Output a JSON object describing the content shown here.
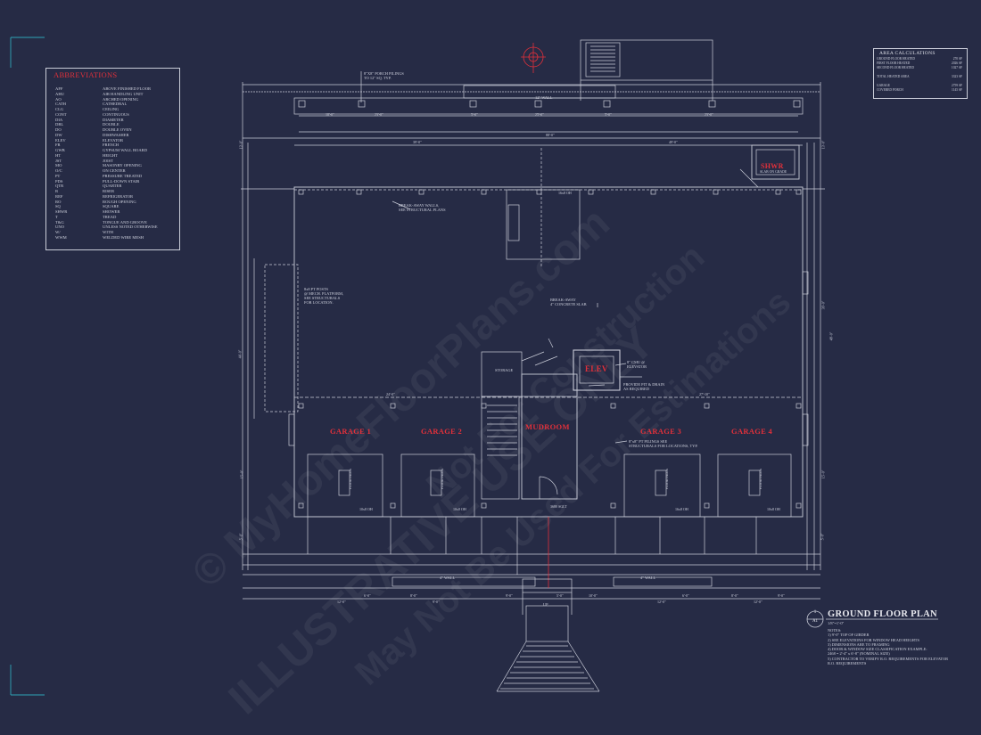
{
  "abbreviations": {
    "title": "ABBREVIATIONS",
    "rows": [
      {
        "k": "AFF",
        "v": "ABOVE FINISHED FLOOR"
      },
      {
        "k": "AHU",
        "v": "AIR HANDLING UNIT"
      },
      {
        "k": "AO",
        "v": "ARCHED OPENING"
      },
      {
        "k": "CATH",
        "v": "CATHEDRAL"
      },
      {
        "k": "CLG",
        "v": "CEILING"
      },
      {
        "k": "CONT",
        "v": "CONTINUOUS"
      },
      {
        "k": "DIA",
        "v": "DIAMETER"
      },
      {
        "k": "DBL",
        "v": "DOUBLE"
      },
      {
        "k": "DO",
        "v": "DOUBLE OVEN"
      },
      {
        "k": "DW",
        "v": "DISHWASHER"
      },
      {
        "k": "ELEV",
        "v": "ELEVATOR"
      },
      {
        "k": "FR",
        "v": "FRENCH"
      },
      {
        "k": "GWB",
        "v": "GYPSUM WALL BOARD"
      },
      {
        "k": "HT",
        "v": "HEIGHT"
      },
      {
        "k": "JST",
        "v": "JOIST"
      },
      {
        "k": "MO",
        "v": "MASONRY OPENING"
      },
      {
        "k": "O/C",
        "v": "ON CENTER"
      },
      {
        "k": "PT",
        "v": "PRESSURE TREATED"
      },
      {
        "k": "PDS",
        "v": "PULL-DOWN STAIR"
      },
      {
        "k": "QTR",
        "v": "QUARTER"
      },
      {
        "k": "R",
        "v": "RISER"
      },
      {
        "k": "REF",
        "v": "REFRIGERATOR"
      },
      {
        "k": "RO",
        "v": "ROUGH OPENING"
      },
      {
        "k": "SQ",
        "v": "SQUARE"
      },
      {
        "k": "SHWR",
        "v": "SHOWER"
      },
      {
        "k": "T",
        "v": "TREAD"
      },
      {
        "k": "T&G",
        "v": "TONGUE AND GROOVE"
      },
      {
        "k": "UNO",
        "v": "UNLESS NOTED OTHERWISE"
      },
      {
        "k": "W/",
        "v": "WITH"
      },
      {
        "k": "WWM",
        "v": "WELDED WIRE MESH"
      }
    ]
  },
  "area_calculations": {
    "title": "AREA CALCULATIONS",
    "rows": [
      {
        "label": "GROUND FLOOR HEATED",
        "value": "270 SF"
      },
      {
        "label": "FIRST FLOOR HEATED",
        "value": "2026 SF"
      },
      {
        "label": "SECOND FLOOR HEATED",
        "value": "1027 SF"
      },
      {
        "label": "TOTAL HEATED AREA",
        "value": "3323 SF",
        "gap": true
      },
      {
        "label": "GARAGE",
        "value": "2759 SF",
        "gap": true
      },
      {
        "label": "COVERED PORCH",
        "value": "1145 SF"
      }
    ]
  },
  "rooms": {
    "garage1": "GARAGE 1",
    "garage2": "GARAGE 2",
    "mudroom": "MUDROOM",
    "garage3": "GARAGE 3",
    "garage4": "GARAGE 4",
    "elev": "ELEV",
    "shwr": "SHWR"
  },
  "notes": {
    "porch_pilings": [
      "8\"X8\" PORCH PILINGS",
      "TO 12\" SQ. TYP."
    ],
    "wall_12": "12\" WALL",
    "breakaway_walls": [
      "BREAK-AWAY WALLS,",
      "SEE STRUCTURAL PLANS"
    ],
    "footing": [
      "8x8 PT POSTS",
      "@ MECH. PLATFORM,",
      "SEE STRUCTURALS",
      "FOR LOCATION."
    ],
    "breakaway_slab": [
      "BREAK-AWAY",
      "4\" CONCRETE SLAB"
    ],
    "storage": "STORAGE",
    "cmu": [
      "8\" CMU @",
      "ELEVATOR"
    ],
    "pit": [
      "PROVIDE PIT & DRAIN",
      "AS REQUIRED"
    ],
    "pt_pilings": [
      "8\"x8\" PT PILINGS SEE",
      "STRUCTURALS FOR LOCATIONS, TYP."
    ],
    "slab_on_grade": "SLAB ON GRADE",
    "wall_4a": "4\" WALL",
    "wall_4b": "4\" WALL",
    "door_16x8a": "16x8 OH",
    "door_10x8a": "10x8 OH",
    "door_10x8b": "10x8 OH",
    "door_16x8b": "16x8 OH",
    "door_10x8c": "10x8 OH",
    "door_mud": "3680 SGLT",
    "floor_drain1": "FLOOR DRAIN",
    "floor_drain2": "FLOOR DRAIN",
    "floor_drain3": "FLOOR DRAIN",
    "floor_drain4": "FLOOR DRAIN",
    "up": "UP"
  },
  "dims": {
    "top_18a": "18'-0\"",
    "top_23a": "23'-0\"",
    "top_5a": "5'-0\"",
    "top_25": "25'-0\"",
    "top_5b": "5'-0\"",
    "top_23b": "23'-0\"",
    "overall": "88'-0\"",
    "inner_39": "39'-0\"",
    "inner_49": "49'-0\"",
    "left_13": "13'-0\"",
    "left_44": "44'-0\"",
    "left_15": "15'-0\"",
    "left_5": "5'-0\"",
    "right_13": "13'-0\"",
    "right_48": "48'-0\"",
    "right_30": "30'-0\"",
    "right_15": "15'-0\"",
    "right_5": "5'-0\"",
    "g_24": "24'-0\"",
    "g_27": "27'-10\"",
    "bot_12a": "12'-0\"",
    "bot_6a": "6'-0\"",
    "bot_8a": "8'-0\"",
    "bot_9a": "9'-0\"",
    "bot_9b": "9'-0\"",
    "bot_5": "5'-0\"",
    "bot_10": "10'-0\"",
    "bot_12b": "12'-0\"",
    "bot_6b": "6'-0\"",
    "bot_8b": "8'-0\"",
    "bot_9c": "9'-0\"",
    "bot_12c": "12'-0\""
  },
  "title_block": {
    "ref_num": "1",
    "ref_sheet": "A1",
    "title": "GROUND FLOOR PLAN",
    "scale": "1/8\"=1'-0\"",
    "notes_label": "NOTES:",
    "notes": [
      "1) 9'-0\" TOP OF GIRDER",
      "2) SEE ELEVATIONS FOR WINDOW HEAD HEIGHTS",
      "3) DIMENSIONS ARE TO FRAMING",
      "4) DOOR & WINDOW SIZE CLASSIFICATION EXAMPLE:",
      "   2468 = 2'-4\" x 6'-8\" (NOMINAL SIZE)",
      "5) CONTRACTOR TO VERIFY R.O. REQUIREMENTS FOR ELEVATOR",
      "   R.O. REQUIREMENTS"
    ]
  },
  "watermarks": {
    "w1": "© MyHomeFloorPlans.com",
    "w2": "ILLUSTRATIVE USE ONLY",
    "w3": "Not For Construction",
    "w4": "May Not Be Used For Estimations"
  },
  "colors": {
    "background": "#262b45",
    "lines": "#c9ccd8",
    "accent_red": "#e2303a",
    "corner_teal": "#2fa6b8"
  }
}
